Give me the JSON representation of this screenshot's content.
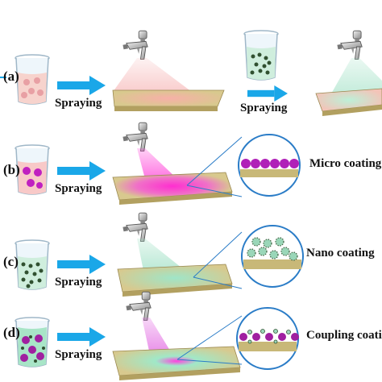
{
  "rows": [
    {
      "label": "(a)",
      "action": "Spraying",
      "action2": "Spraying",
      "liquid": "#f7d3cd",
      "particles": "#e8a0a4",
      "spray": "#f4a6a6",
      "spot": "#f7b0a8"
    },
    {
      "label": "(b)",
      "action": "Spraying",
      "coating": "Micro coating",
      "liquid": "#f8c9c8",
      "particles": "#c020c0",
      "spray": "#ff40d8",
      "spot": "#ff2ed0"
    },
    {
      "label": "(c)",
      "action": "Spraying",
      "coating": "Nano coating",
      "liquid": "#cfeedd",
      "particles": "#305030",
      "spray": "#9fe0c4",
      "spot": "#9fe5c8"
    },
    {
      "label": "(d)",
      "action": "Spraying",
      "coating": "Coupling coating",
      "liquid": "#a8e5c7",
      "particles": "#a020a0",
      "spray": "#e060e0",
      "spot": "#ff40e0"
    }
  ],
  "colors": {
    "arrow": "#1aa7e8",
    "plate_top": "#d8c98e",
    "plate_side": "#b2a060",
    "substrate": "#c8b878",
    "magnifier_ring": "#2a7cc7"
  },
  "icons": [
    "beaker-icon",
    "spray-gun-icon",
    "arrow-right-icon",
    "magnifier-icon"
  ]
}
